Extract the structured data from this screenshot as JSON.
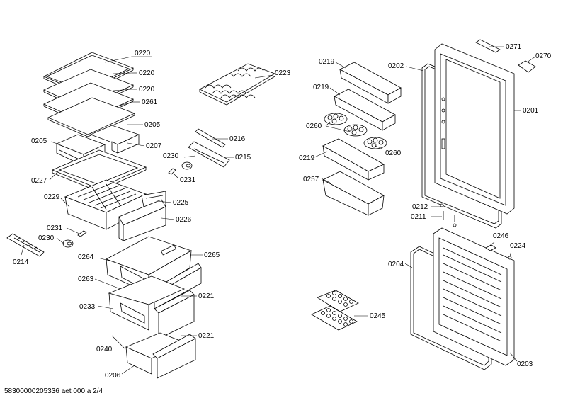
{
  "labels": {
    "l0220a": "0220",
    "l0220b": "0220",
    "l0220c": "0220",
    "l0261": "0261",
    "l0205a": "0205",
    "l0205b": "0205",
    "l0207": "0207",
    "l0227": "0227",
    "l0229": "0229",
    "l0225": "0225",
    "l0226": "0226",
    "l0231a": "0231",
    "l0230a": "0230",
    "l0214": "0214",
    "l0223": "0223",
    "l0216": "0216",
    "l0230b": "0230",
    "l0215": "0215",
    "l0231b": "0231",
    "l0264": "0264",
    "l0265": "0265",
    "l0263": "0263",
    "l0233": "0233",
    "l0221a": "0221",
    "l0240": "0240",
    "l0221b": "0221",
    "l0206": "0206",
    "l0219a": "0219",
    "l0219b": "0219",
    "l0260a": "0260",
    "l0260b": "0260",
    "l0219c": "0219",
    "l0257": "0257",
    "l0271": "0271",
    "l0270": "0270",
    "l0202": "0202",
    "l0201": "0201",
    "l0212": "0212",
    "l0211": "0211",
    "l0246": "0246",
    "l0224": "0224",
    "l0204": "0204",
    "l0245": "0245",
    "l0203": "0203"
  },
  "footer": "58300000205336 aet 000 a 2/4"
}
